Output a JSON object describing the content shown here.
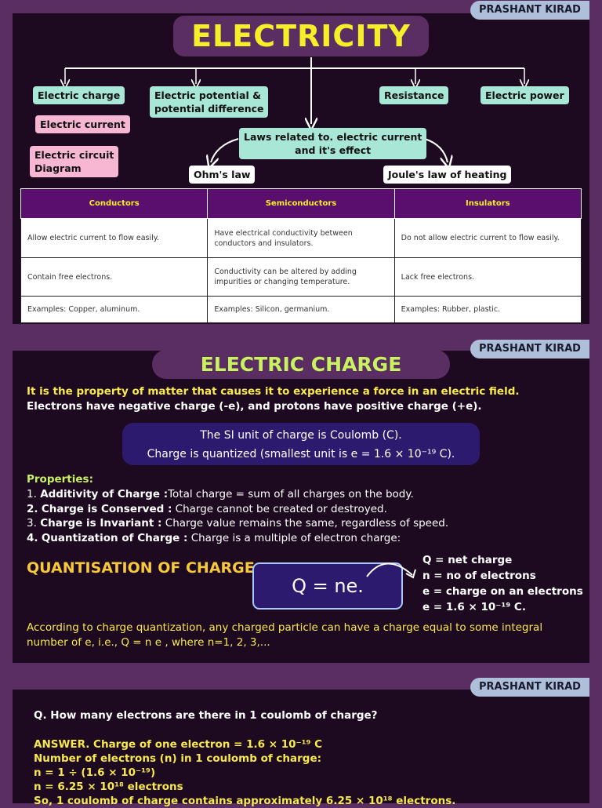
{
  "author": "PRASHANT KIRAD",
  "panel1": {
    "title": "ELECTRICITY",
    "nodes": {
      "electric_charge": "Electric charge",
      "potential_line1": "Electric potential  &",
      "potential_line2": "potential difference",
      "resistance": "Resistance",
      "electric_power": "Electric power",
      "electric_current": "Electric current",
      "circuit_line1": "Electric circuit",
      "circuit_line2": "Diagram",
      "laws_line1": "Laws related to. electric current",
      "laws_line2": "and  it's effect",
      "ohms_law": "Ohm's law",
      "joules_law": "Joule's law of heating"
    },
    "table": {
      "headers": [
        "Conductors",
        "Semiconductors",
        "Insulators"
      ],
      "rows": [
        [
          "Allow electric current to flow easily.",
          "Have electrical conductivity between conductors and insulators.",
          "Do not allow electric current to flow easily."
        ],
        [
          "Contain free electrons.",
          "Conductivity can be altered by adding impurities or changing temperature.",
          "Lack free electrons."
        ],
        [
          "Examples: Copper, aluminum.",
          "Examples: Silicon, germanium.",
          "Examples: Rubber, plastic."
        ]
      ]
    }
  },
  "panel2": {
    "title": "ELECTRIC CHARGE",
    "intro1": "It is the property of matter that causes it to experience a force in an electric field.",
    "intro2": "Electrons have negative charge (-e), and protons have positive charge (+e).",
    "si_line1": "The SI unit of charge is Coulomb (C).",
    "si_line2": "Charge is quantized (smallest unit is e = 1.6 × 10⁻¹⁹ C).",
    "properties_heading": "Properties:",
    "properties": [
      {
        "num": "1.",
        "name": "Additivity of Charge :",
        "text": "Total charge = sum of all charges on the body."
      },
      {
        "num": "2.",
        "name": "Charge is Conserved :",
        "text": "Charge cannot be created or destroyed."
      },
      {
        "num": "3.",
        "name": "Charge is Invariant :",
        "text": "Charge value remains the same, regardless of speed."
      },
      {
        "num": "4.",
        "name": "Quantization of Charge :",
        "text": "Charge is a multiple of electron charge:"
      }
    ],
    "quant_title": "QUANTISATION OF CHARGE:",
    "formula": "Q = ne.",
    "legend": [
      "Q = net charge",
      "n = no of electrons",
      "e = charge on an electrons",
      "e = 1.6 × 10⁻¹⁹ C."
    ],
    "note": "According to charge quantization, any charged particle can have a charge equal to some integral number of e, i.e., Q = n e , where n=1, 2, 3,..."
  },
  "panel3": {
    "question": "Q. How many electrons are there in 1 coulomb of charge?",
    "answer_lines": [
      "ANSWER. Charge of one electron = 1.6 × 10⁻¹⁹ C",
      "Number of electrons (n) in 1 coulomb of charge:",
      "n = 1 ÷ (1.6 × 10⁻¹⁹)",
      "n = 6.25 × 10¹⁸ electrons",
      "So, 1 coulomb of charge contains approximately 6.25 × 10¹⁸ electrons."
    ]
  },
  "colors": {
    "background": "#5a2d63",
    "panel": "#1e0a20",
    "title_yellow": "#f7ee2a",
    "lime": "#c8f260",
    "teal_node": "#a8e6d5",
    "pink_node": "#f7b6d2",
    "table_header": "#5a0f6e"
  }
}
